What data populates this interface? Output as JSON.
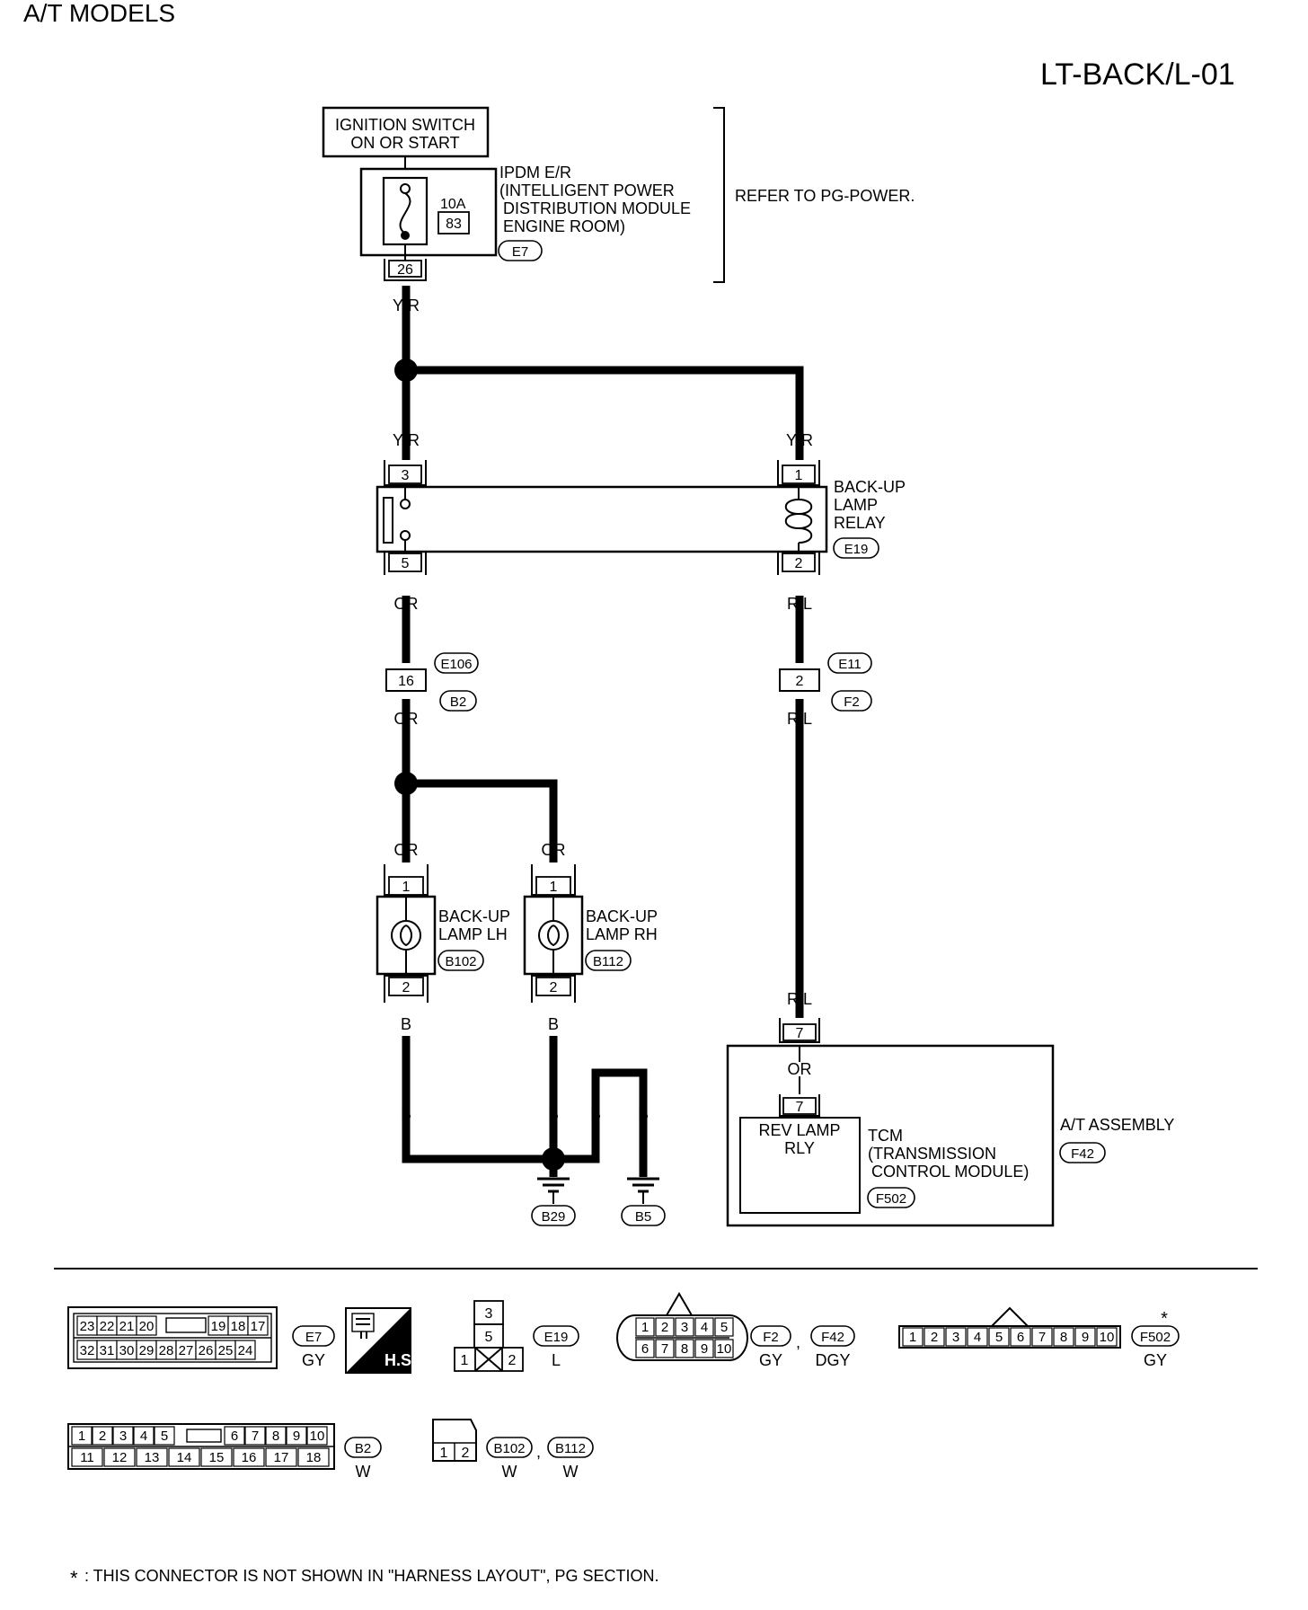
{
  "header": {
    "models": "A/T MODELS",
    "diagram_code": "LT-BACK/L-01"
  },
  "power": {
    "ignition_line1": "IGNITION SWITCH",
    "ignition_line2": "ON OR START",
    "fuse_rating": "10A",
    "fuse_number": "83",
    "ipdm_line1": "IPDM E/R",
    "ipdm_line2": "(INTELLIGENT POWER",
    "ipdm_line3": "DISTRIBUTION MODULE",
    "ipdm_line4": "ENGINE ROOM)",
    "ipdm_connector": "E7",
    "ipdm_pin": "26",
    "refer": "REFER TO PG-POWER."
  },
  "wires": {
    "yr": "Y/R",
    "or": "OR",
    "rl": "R/L",
    "b": "B"
  },
  "relay": {
    "line1": "BACK-UP",
    "line2": "LAMP",
    "line3": "RELAY",
    "connector": "E19",
    "pin_3": "3",
    "pin_5": "5",
    "pin_1": "1",
    "pin_2": "2"
  },
  "joints": {
    "left_pin": "16",
    "left_top": "E106",
    "left_bottom": "B2",
    "right_pin": "2",
    "right_top": "E11",
    "right_bottom": "F2"
  },
  "lamps": {
    "lh_line1": "BACK-UP",
    "lh_line2": "LAMP LH",
    "lh_connector": "B102",
    "rh_line1": "BACK-UP",
    "rh_line2": "LAMP RH",
    "rh_connector": "B112",
    "pin_1": "1",
    "pin_2": "2"
  },
  "grounds": {
    "g1": "B29",
    "g2": "B5"
  },
  "tcm": {
    "pin": "7",
    "rev_line1": "REV LAMP",
    "rev_line2": "RLY",
    "tcm_line1": "TCM",
    "tcm_line2": "(TRANSMISSION",
    "tcm_line3": "CONTROL MODULE)",
    "tcm_connector": "F502",
    "assembly": "A/T ASSEMBLY",
    "assembly_connector": "F42"
  },
  "legend": {
    "e7_row1": [
      "23",
      "22",
      "21",
      "20",
      "19",
      "18",
      "17"
    ],
    "e7_row2": [
      "32",
      "31",
      "30",
      "29",
      "28",
      "27",
      "26",
      "25",
      "24"
    ],
    "e7_label": "E7",
    "e7_color": "GY",
    "hs_label": "H.S.",
    "e19_pins": [
      "3",
      "5",
      "1",
      "2"
    ],
    "e19_label": "E19",
    "e19_color": "L",
    "f2_row1": [
      "1",
      "2",
      "3",
      "4",
      "5"
    ],
    "f2_row2": [
      "6",
      "7",
      "8",
      "9",
      "10"
    ],
    "f2_label": "F2",
    "f2_color": "GY",
    "f42_label": "F42",
    "f42_color": "DGY",
    "sep": ",",
    "f502_pins": [
      "1",
      "2",
      "3",
      "4",
      "5",
      "6",
      "7",
      "8",
      "9",
      "10"
    ],
    "f502_label": "F502",
    "f502_color": "GY",
    "star": "*",
    "b2_row1": [
      "1",
      "2",
      "3",
      "4",
      "5",
      "6",
      "7",
      "8",
      "9",
      "10"
    ],
    "b2_row2": [
      "11",
      "12",
      "13",
      "14",
      "15",
      "16",
      "17",
      "18"
    ],
    "b2_label": "B2",
    "b2_color": "W",
    "b102_pins": [
      "1",
      "2"
    ],
    "b102_label": "B102",
    "b102_color": "W",
    "b112_label": "B112",
    "b112_color": "W"
  },
  "footnote": {
    "star": "*",
    "text": ": THIS CONNECTOR IS NOT SHOWN IN \"HARNESS LAYOUT\", PG SECTION."
  }
}
